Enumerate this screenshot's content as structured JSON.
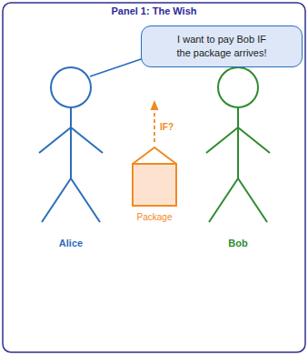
{
  "diagram": {
    "title": "Panel 1: The Wish",
    "nodes": [
      {
        "text": [
          "I want to pay Bob IF the package arrives!"
        ]
      }
    ],
    "labels": [
      "IF?",
      "Package",
      "Alice",
      "Bob"
    ]
  }
}
